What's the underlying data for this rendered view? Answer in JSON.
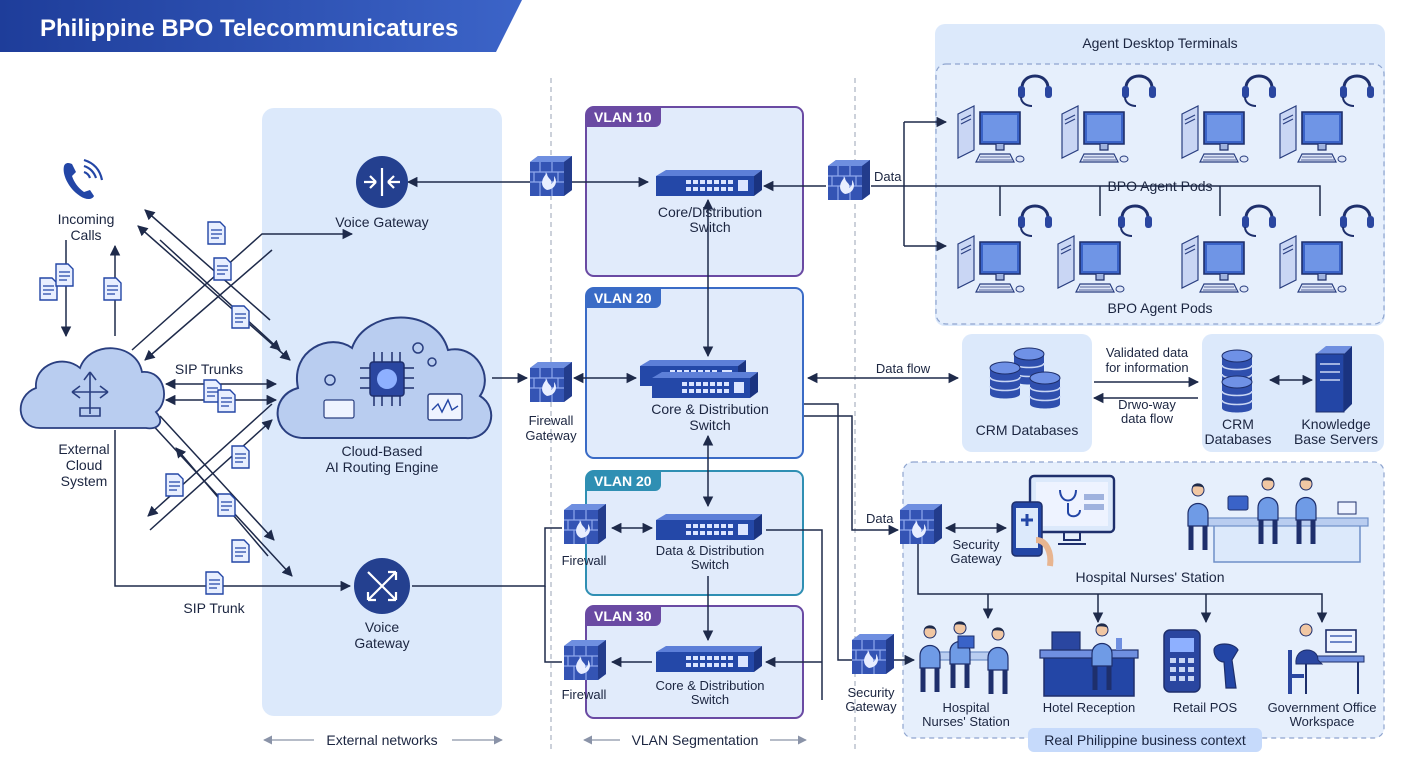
{
  "title": "Philippine BPO Telecommunicatures",
  "colors": {
    "primary": "#2346a6",
    "zone_fill": "#dce9fb",
    "vlan10": "#6a4aa3",
    "vlan20": "#3a6bc6",
    "vlan20b": "#2f8fb3",
    "vlan30": "#6a4aa3"
  },
  "left": {
    "incoming_calls": "Incoming\nCalls",
    "external_cloud": "External\nCloud\nSystem",
    "sip_trunks": "SIP Trunks",
    "sip_trunk": "SIP Trunk"
  },
  "external_zone": {
    "voice_gateway_top": "Voice Gateway",
    "ai_engine": "Cloud-Based\nAI Routing Engine",
    "voice_gateway_bottom": "Voice\nGateway",
    "caption": "External networks"
  },
  "firewall_gateway": "Firewall\nGateway",
  "firewall_a": "Firewall",
  "firewall_b": "Firewall",
  "vlans": [
    {
      "tag": "VLAN 10",
      "switch": "Core/Distribution\nSwitch"
    },
    {
      "tag": "VLAN 20",
      "switch": "Core & Distribution\nSwitch"
    },
    {
      "tag": "VLAN 20",
      "switch": "Data & Distribution\nSwitch"
    },
    {
      "tag": "VLAN 30",
      "switch": "Core & Distribution\nSwitch"
    }
  ],
  "vlan_caption": "VLAN Segmentation",
  "agents": {
    "title": "Agent Desktop Terminals",
    "pods_top": "BPO Agent Pods",
    "pods_bottom": "BPO Agent Pods",
    "data_label": "Data"
  },
  "crm": {
    "data_flow": "Data flow",
    "crm_db_left": "CRM Databases",
    "validated": "Validated data\nfor information",
    "two_way": "Drwo-way\ndata flow",
    "crm_db_right": "CRM\nDatabases",
    "kb_servers": "Knowledge\nBase Servers"
  },
  "business": {
    "data_label": "Data",
    "security_gateway_top": "Security\nGateway",
    "security_gateway_bottom": "Security\nGateway",
    "hospital_top": "Hospital Nurses' Station",
    "hospital_bottom": "Hospital\nNurses' Station",
    "hotel": "Hotel Reception",
    "retail": "Retail POS",
    "government": "Government Office\nWorkspace",
    "caption": "Real Philippine business context"
  }
}
